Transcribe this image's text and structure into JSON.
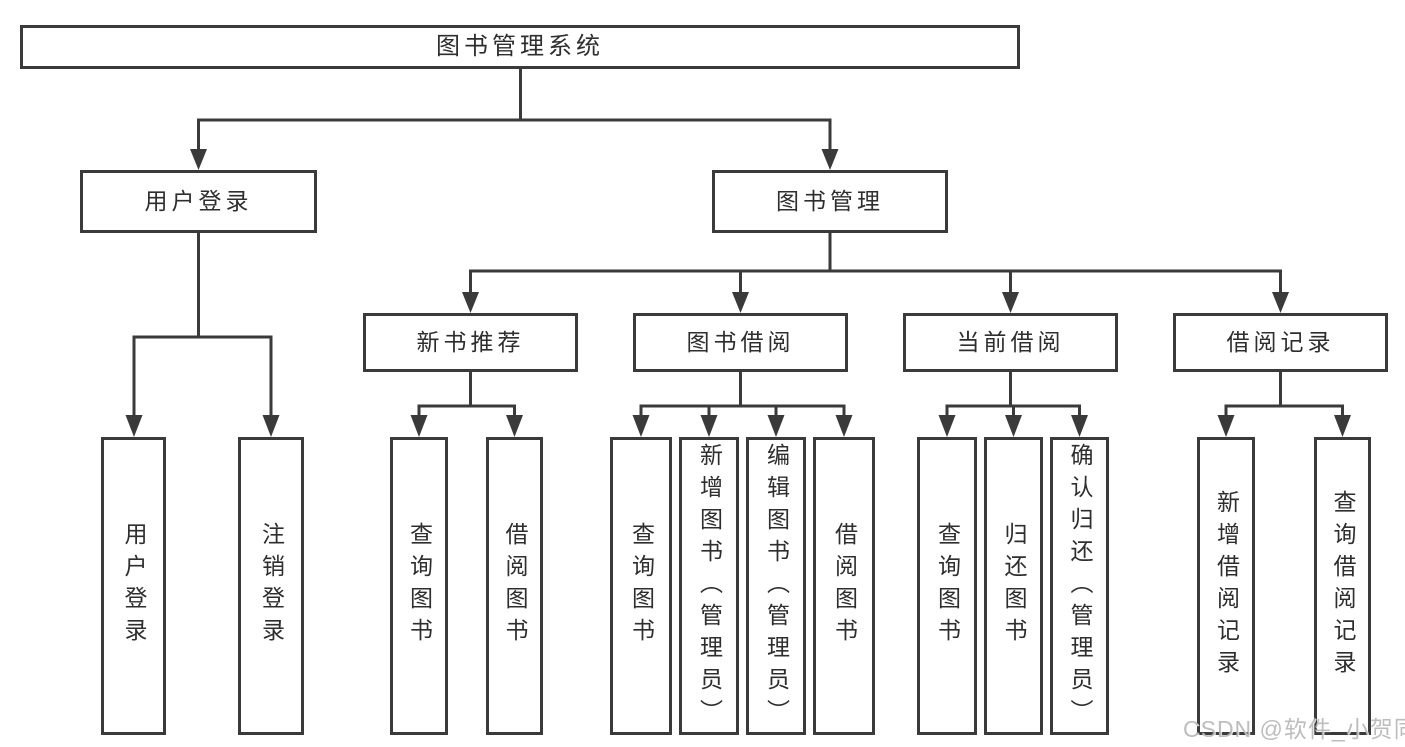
{
  "tree": {
    "root": {
      "label": "图书管理系统"
    },
    "branches": [
      {
        "label": "用户登录",
        "children": [
          {
            "label": "用户登录"
          },
          {
            "label": "注销登录"
          }
        ]
      },
      {
        "label": "图书管理",
        "children": [
          {
            "label": "新书推荐",
            "children": [
              {
                "label": "查询图书"
              },
              {
                "label": "借阅图书"
              }
            ]
          },
          {
            "label": "图书借阅",
            "children": [
              {
                "label": "查询图书"
              },
              {
                "label": "新增图书（管理员）"
              },
              {
                "label": "编辑图书（管理员）"
              },
              {
                "label": "借阅图书"
              }
            ]
          },
          {
            "label": "当前借阅",
            "children": [
              {
                "label": "查询图书"
              },
              {
                "label": "归还图书"
              },
              {
                "label": "确认归还（管理员）"
              }
            ]
          },
          {
            "label": "借阅记录",
            "children": [
              {
                "label": "新增借阅记录"
              },
              {
                "label": "查询借阅记录"
              }
            ]
          }
        ]
      }
    ]
  },
  "watermark": {
    "text": "CSDN @软件_小贺同学"
  },
  "colors": {
    "line": "#3a3a3a",
    "box_fill": "#ffffff",
    "text": "#2e2e2e",
    "watermark": "#b2b2b2"
  }
}
